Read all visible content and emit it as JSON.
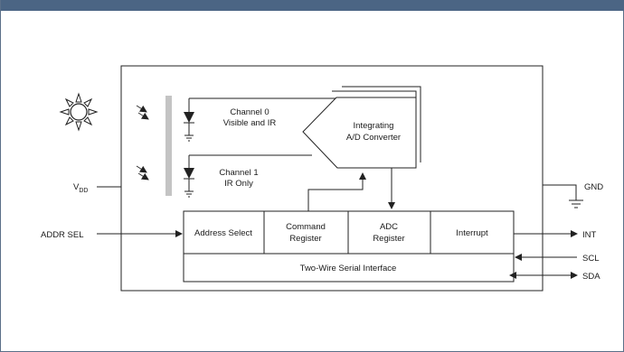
{
  "diagram": {
    "channel0": {
      "line1": "Channel 0",
      "line2": "Visible and IR"
    },
    "channel1": {
      "line1": "Channel 1",
      "line2": "IR Only"
    },
    "adc": {
      "line1": "Integrating",
      "line2": "A/D Converter"
    },
    "vdd": {
      "main": "V",
      "sub": "DD"
    },
    "gnd": "GND",
    "addr_sel": "ADDR SEL",
    "registers": {
      "address_select": "Address Select",
      "command_line1": "Command",
      "command_line2": "Register",
      "adc_line1": "ADC",
      "adc_line2": "Register",
      "interrupt": "Interrupt"
    },
    "serial_interface": "Two-Wire Serial Interface",
    "pins": {
      "int": "INT",
      "scl": "SCL",
      "sda": "SDA"
    }
  }
}
